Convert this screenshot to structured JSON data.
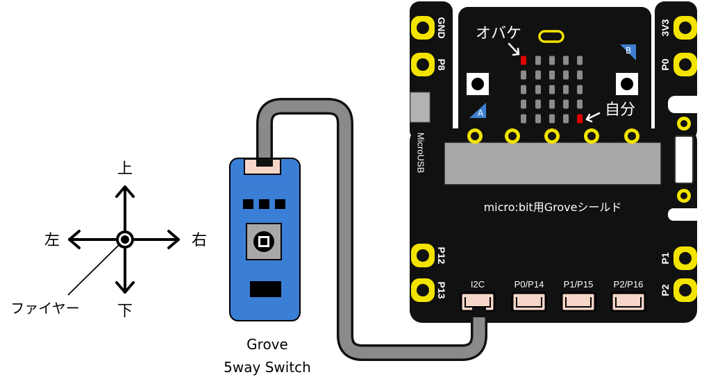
{
  "direction_legend": {
    "up": "上",
    "down": "下",
    "left": "左",
    "right": "右",
    "fire": "ファイヤー"
  },
  "switch_module": {
    "name_line1": "Grove",
    "name_line2": "5way Switch"
  },
  "shield": {
    "title": "micro:bit用Groveシールド",
    "usb_label": "MicroUSB",
    "left_pins": [
      "GND",
      "P8",
      "P12",
      "P13"
    ],
    "right_pins": [
      "3V3",
      "P0",
      "P1",
      "P2"
    ],
    "ports": [
      "I2C",
      "P0/P14",
      "P1/P15",
      "P2/P16"
    ]
  },
  "microbit": {
    "button_a": "A",
    "button_b": "B",
    "ghost_label": "オバケ",
    "player_label": "自分",
    "led_matrix": [
      [
        1,
        0,
        0,
        0,
        0
      ],
      [
        0,
        0,
        0,
        0,
        0
      ],
      [
        0,
        0,
        0,
        0,
        0
      ],
      [
        0,
        0,
        0,
        0,
        0
      ],
      [
        0,
        0,
        0,
        0,
        1
      ]
    ]
  },
  "colors": {
    "board": "#111111",
    "pad": "#f3e400",
    "module": "#3b7ed6",
    "cable": "#8a8a8a",
    "led_off": "#8c8c8c",
    "led_on": "#e00000",
    "slot": "#a8a8a8",
    "mark_blue": "#3f7fd1",
    "connector": "#f5d6c9"
  }
}
